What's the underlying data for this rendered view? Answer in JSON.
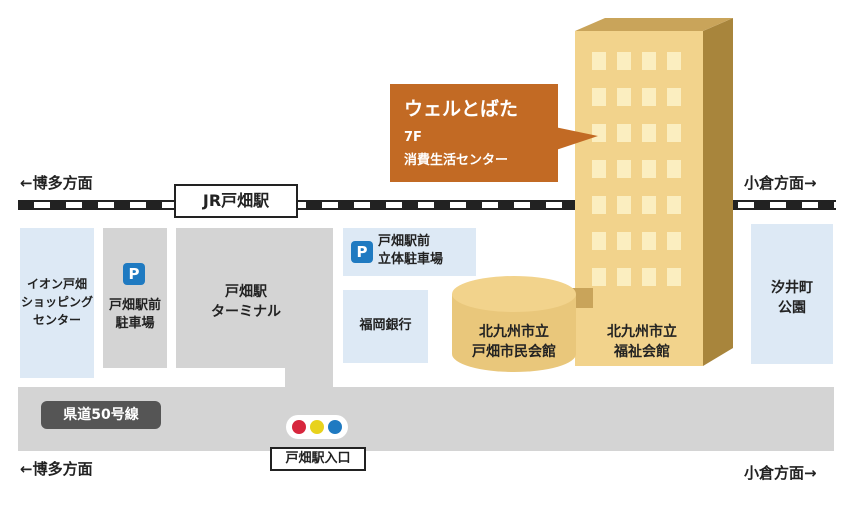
{
  "directions": {
    "west_top": "←博多方面",
    "east_top": "小倉方面→",
    "west_bottom": "←博多方面",
    "east_bottom": "小倉方面→"
  },
  "station": {
    "name": "JR戸畑駅"
  },
  "callout": {
    "title": "ウェルとばた",
    "floor": "7F",
    "facility": "消費生活センター"
  },
  "blocks": {
    "aeon": "イオン戸畑\nショッピング\nセンター",
    "parking_front": "戸畑駅前\n駐車場",
    "terminal": "戸畑駅\nターミナル",
    "parking_tower": "戸畑駅前\n立体駐車場",
    "bank": "福岡銀行",
    "civic_hall": "北九州市立\n戸畑市民会館",
    "welfare_hall": "北九州市立\n福祉会館",
    "park": "汐井町\n公園"
  },
  "parking_icon": "P",
  "road": {
    "name": "県道50号線"
  },
  "entrance": {
    "name": "戸畑駅入口"
  },
  "colors": {
    "callout": "#c26a24",
    "building_front": "#f2d38c",
    "building_side": "#a8853c",
    "parking": "#1f7ac1",
    "signal_red": "#d7263d",
    "signal_yellow": "#e8d21d",
    "signal_blue": "#1f7ac1"
  }
}
